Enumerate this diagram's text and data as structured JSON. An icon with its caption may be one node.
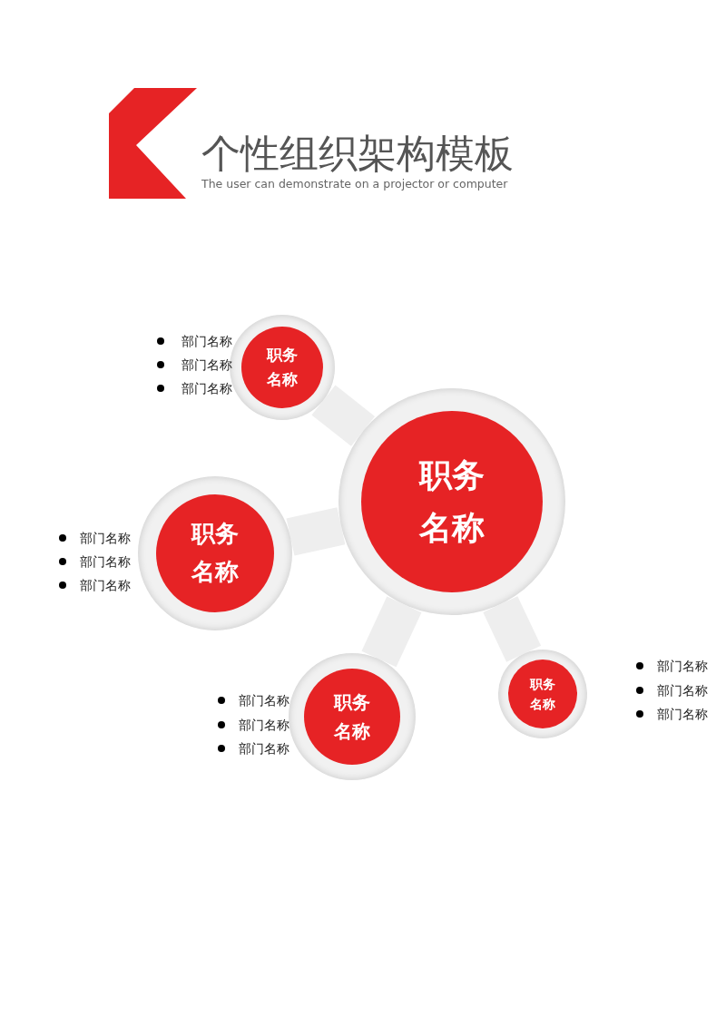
{
  "diagram": {
    "title": "个性组织架构模板",
    "caption": "The user can demonstrate on a projector or computer",
    "nodes": [
      {
        "text": [
          "职务名称"
        ],
        "beside": [
          "部门名称",
          "部门名称",
          "部门名称"
        ]
      },
      {
        "text": [
          "职务名称"
        ]
      },
      {
        "text": [
          "职务名称"
        ],
        "beside": [
          "部门名称",
          "部门名称",
          "部门名称"
        ]
      },
      {
        "text": [
          "职务名称"
        ],
        "beside": [
          "部门名称",
          "部门名称",
          "部门名称"
        ]
      },
      {
        "text": [
          "职务名称"
        ],
        "beside": [
          "部门名称",
          "部门名称",
          "部门名称"
        ]
      }
    ],
    "edges": [
      {
        "from": 1,
        "to": 0,
        "arrow": "none"
      },
      {
        "from": 1,
        "to": 2,
        "arrow": "none"
      },
      {
        "from": 1,
        "to": 3,
        "arrow": "none"
      },
      {
        "from": 1,
        "to": 4,
        "arrow": "none"
      }
    ]
  }
}
